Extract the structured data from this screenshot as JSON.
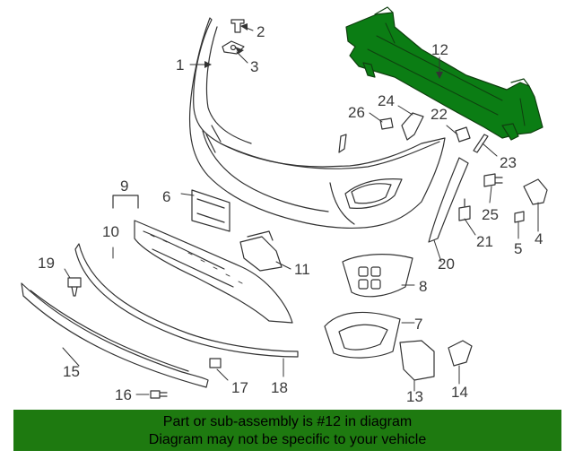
{
  "callouts": {
    "c1": "1",
    "c2": "2",
    "c3": "3",
    "c4": "4",
    "c5": "5",
    "c6": "6",
    "c7": "7",
    "c8": "8",
    "c9": "9",
    "c10": "10",
    "c11": "11",
    "c12": "12",
    "c13": "13",
    "c14": "14",
    "c15": "15",
    "c16": "16",
    "c17": "17",
    "c18": "18",
    "c19": "19",
    "c20": "20",
    "c21": "21",
    "c22": "22",
    "c23": "23",
    "c24": "24",
    "c25": "25",
    "c26": "26"
  },
  "highlight_color": "#0b7d14",
  "footer": {
    "line1": "Part or sub-assembly is #12 in diagram",
    "line2": "Diagram may not be specific to your vehicle",
    "background": "#1e7a10"
  }
}
